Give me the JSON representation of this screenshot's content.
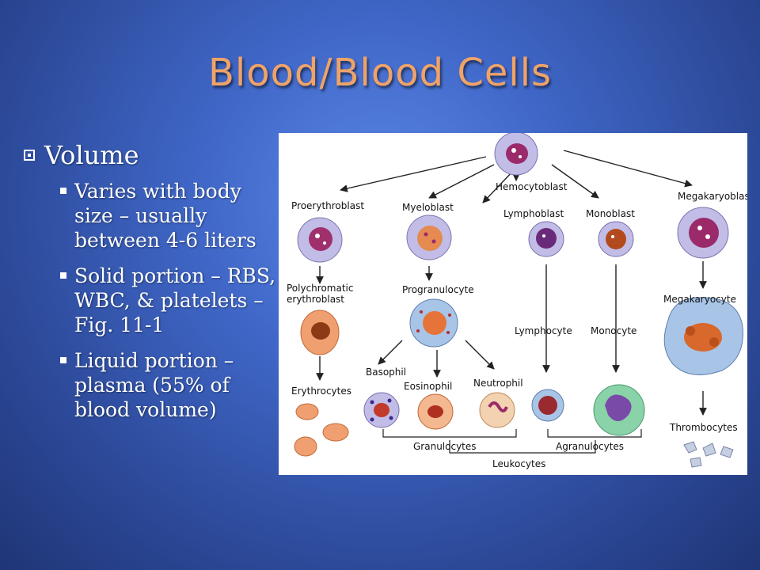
{
  "slide": {
    "title": "Blood/Blood Cells",
    "bullets": {
      "heading": "Volume",
      "items": [
        "Varies with body size – usually between 4-6 liters",
        "Solid portion – RBS, WBC, & platelets – Fig. 11-1",
        "Liquid portion – plasma (55% of blood volume)"
      ]
    }
  },
  "diagram": {
    "labels": {
      "hemocytoblast": "Hemocytoblast",
      "proerythroblast": "Proerythroblast",
      "myeloblast": "Myeloblast",
      "lymphoblast": "Lymphoblast",
      "monoblast": "Monoblast",
      "megakaryoblast": "Megakaryoblast",
      "polychromatic1": "Polychromatic",
      "polychromatic2": "erythroblast",
      "progranulocyte": "Progranulocyte",
      "lymphocyte": "Lymphocyte",
      "monocyte": "Monocyte",
      "megakaryocyte": "Megakaryocyte",
      "erythrocytes": "Erythrocytes",
      "basophil": "Basophil",
      "eosinophil": "Eosinophil",
      "neutrophil": "Neutrophil",
      "thrombocytes": "Thrombocytes",
      "granulocytes": "Granulocytes",
      "agranulocytes": "Agranulocytes",
      "leukocytes": "Leukocytes"
    },
    "colors": {
      "cytoplasm": "#b9b4e0",
      "nucleus": "#9a2a6a",
      "erythrocyte": "#f0a070",
      "granules": "#e05a3a"
    }
  }
}
